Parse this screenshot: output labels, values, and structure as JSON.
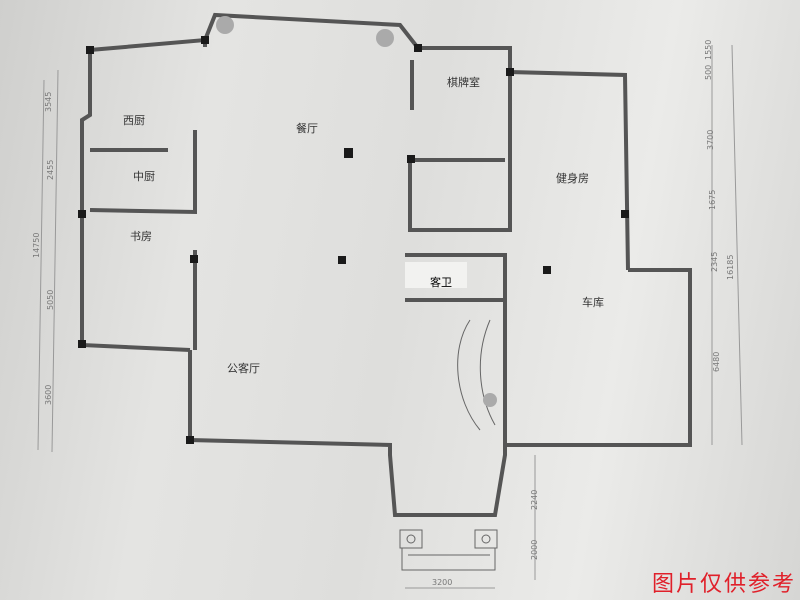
{
  "rooms": {
    "western_kitchen": "西厨",
    "chinese_kitchen": "中厨",
    "study": "书房",
    "dining": "餐厅",
    "chess_room": "棋牌室",
    "gym": "健身房",
    "guest_bath": "客卫",
    "garage": "车库",
    "living": "公客厅"
  },
  "dimensions": {
    "left": [
      "3545",
      "2455",
      "5050",
      "3600"
    ],
    "left_total": "14750",
    "right": [
      "500",
      "1550",
      "3700",
      "1675",
      "2345",
      "6480"
    ],
    "right_total": "16185",
    "entry_vertical": [
      "2240",
      "2000"
    ],
    "bottom": "3200"
  },
  "note": "图片仅供参考",
  "colors": {
    "wall": "#555555",
    "column": "#1a1a1a",
    "note": "#e0202a"
  }
}
